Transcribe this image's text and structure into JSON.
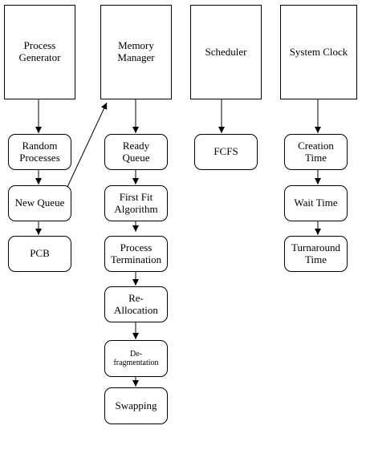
{
  "headers": {
    "process_generator": "Process\nGenerator",
    "memory_manager": "Memory\nManager",
    "scheduler": "Scheduler",
    "system_clock": "System Clock"
  },
  "process_generator": {
    "random_processes": "Random\nProcesses",
    "new_queue": "New Queue",
    "pcb": "PCB"
  },
  "memory_manager": {
    "ready_queue": "Ready\nQueue",
    "first_fit": "First Fit\nAlgorithm",
    "process_termination": "Process\nTermination",
    "reallocation": "Re-\nAllocation",
    "defragmentation": "De-\nfragmentation",
    "swapping": "Swapping"
  },
  "scheduler": {
    "fcfs": "FCFS"
  },
  "system_clock": {
    "creation_time": "Creation\nTime",
    "wait_time": "Wait Time",
    "turnaround_time": "Turnaround\nTime"
  }
}
